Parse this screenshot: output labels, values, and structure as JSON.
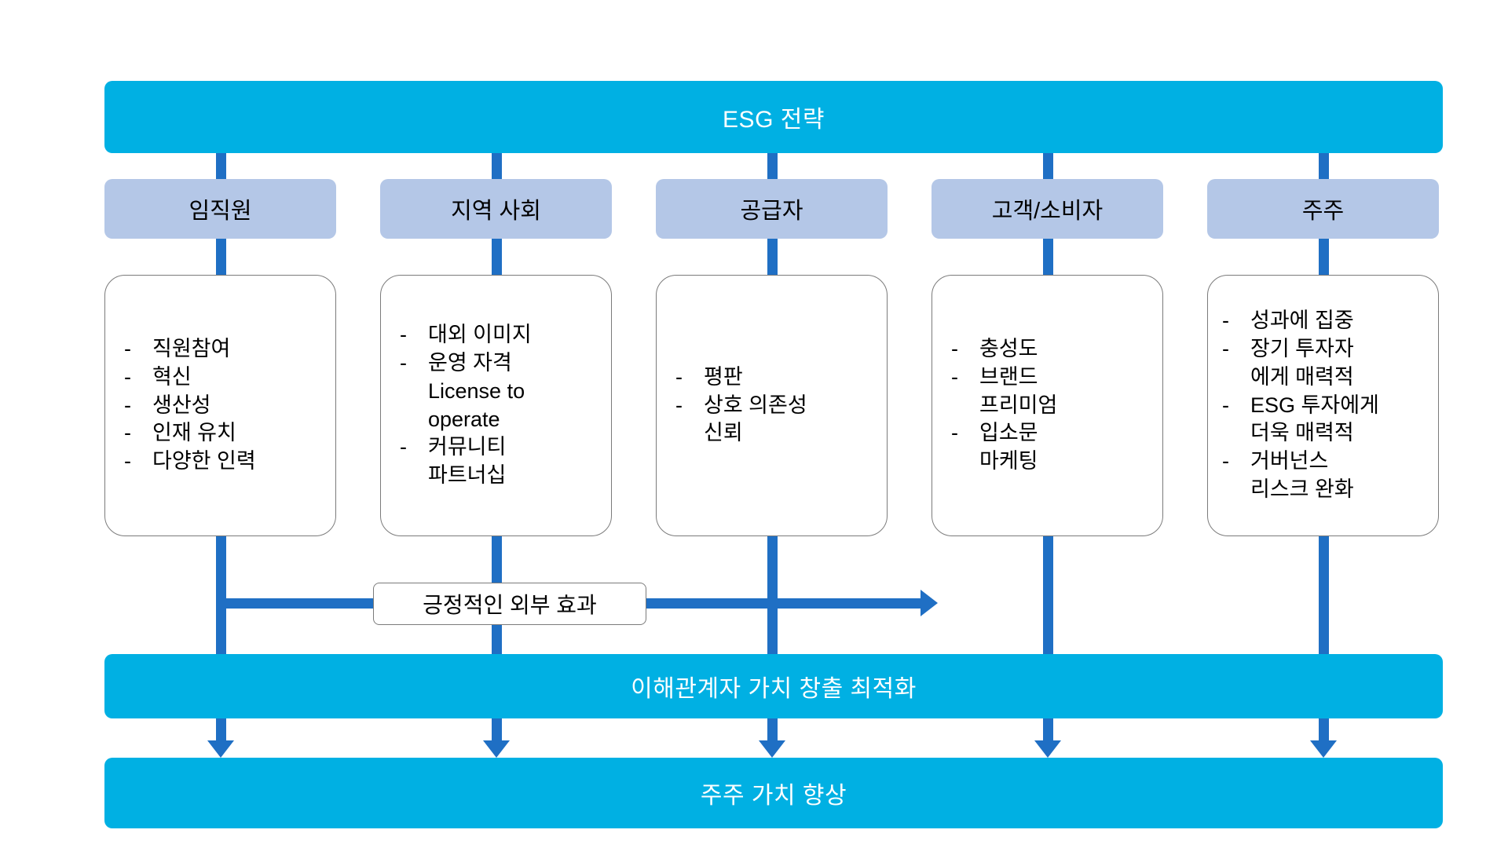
{
  "top_bar": {
    "label": "ESG 전략"
  },
  "stakeholders": [
    {
      "name": "임직원",
      "items": [
        {
          "dash": "-",
          "text": "직원참여",
          "cont": false
        },
        {
          "dash": "-",
          "text": "혁신",
          "cont": false
        },
        {
          "dash": "-",
          "text": "생산성",
          "cont": false
        },
        {
          "dash": "-",
          "text": "인재 유치",
          "cont": false
        },
        {
          "dash": "-",
          "text": "다양한 인력",
          "cont": false
        }
      ]
    },
    {
      "name": "지역 사회",
      "items": [
        {
          "dash": "-",
          "text": "대외 이미지",
          "cont": false
        },
        {
          "dash": "-",
          "text": "운영 자격",
          "cont": false
        },
        {
          "dash": "",
          "text": "License to",
          "cont": true
        },
        {
          "dash": "",
          "text": "operate",
          "cont": true
        },
        {
          "dash": "-",
          "text": "커뮤니티",
          "cont": false
        },
        {
          "dash": "",
          "text": "파트너십",
          "cont": true
        }
      ]
    },
    {
      "name": "공급자",
      "items": [
        {
          "dash": "-",
          "text": "평판",
          "cont": false
        },
        {
          "dash": "-",
          "text": "상호 의존성",
          "cont": false
        },
        {
          "dash": "",
          "text": "신뢰",
          "cont": true
        }
      ]
    },
    {
      "name": "고객/소비자",
      "items": [
        {
          "dash": "-",
          "text": "충성도",
          "cont": false
        },
        {
          "dash": "-",
          "text": "브랜드",
          "cont": false
        },
        {
          "dash": "",
          "text": "프리미엄",
          "cont": true
        },
        {
          "dash": "-",
          "text": "입소문",
          "cont": false
        },
        {
          "dash": "",
          "text": "마케팅",
          "cont": true
        }
      ]
    },
    {
      "name": "주주",
      "items": [
        {
          "dash": "-",
          "text": "성과에 집중",
          "cont": false
        },
        {
          "dash": "-",
          "text": "장기 투자자",
          "cont": false
        },
        {
          "dash": "",
          "text": "에게 매력적",
          "cont": true
        },
        {
          "dash": "-",
          "text": "ESG 투자에게",
          "cont": false
        },
        {
          "dash": "",
          "text": "더욱 매력적",
          "cont": true
        },
        {
          "dash": "-",
          "text": "거버넌스",
          "cont": false
        },
        {
          "dash": "",
          "text": "리스크 완화",
          "cont": true
        }
      ]
    }
  ],
  "externality": {
    "label": "긍정적인 외부 효과"
  },
  "optimize_bar": {
    "label": "이해관계자 가치 창출 최적화"
  },
  "share_value_bar": {
    "label": "주주 가치 향상"
  },
  "colors": {
    "cyan": "#00B0E3",
    "chip_blue": "#B4C7E7",
    "connector_blue": "#1F6FC4",
    "card_border": "#7B7B7B",
    "text_dark": "#000000",
    "text_light": "#FFFFFF"
  }
}
